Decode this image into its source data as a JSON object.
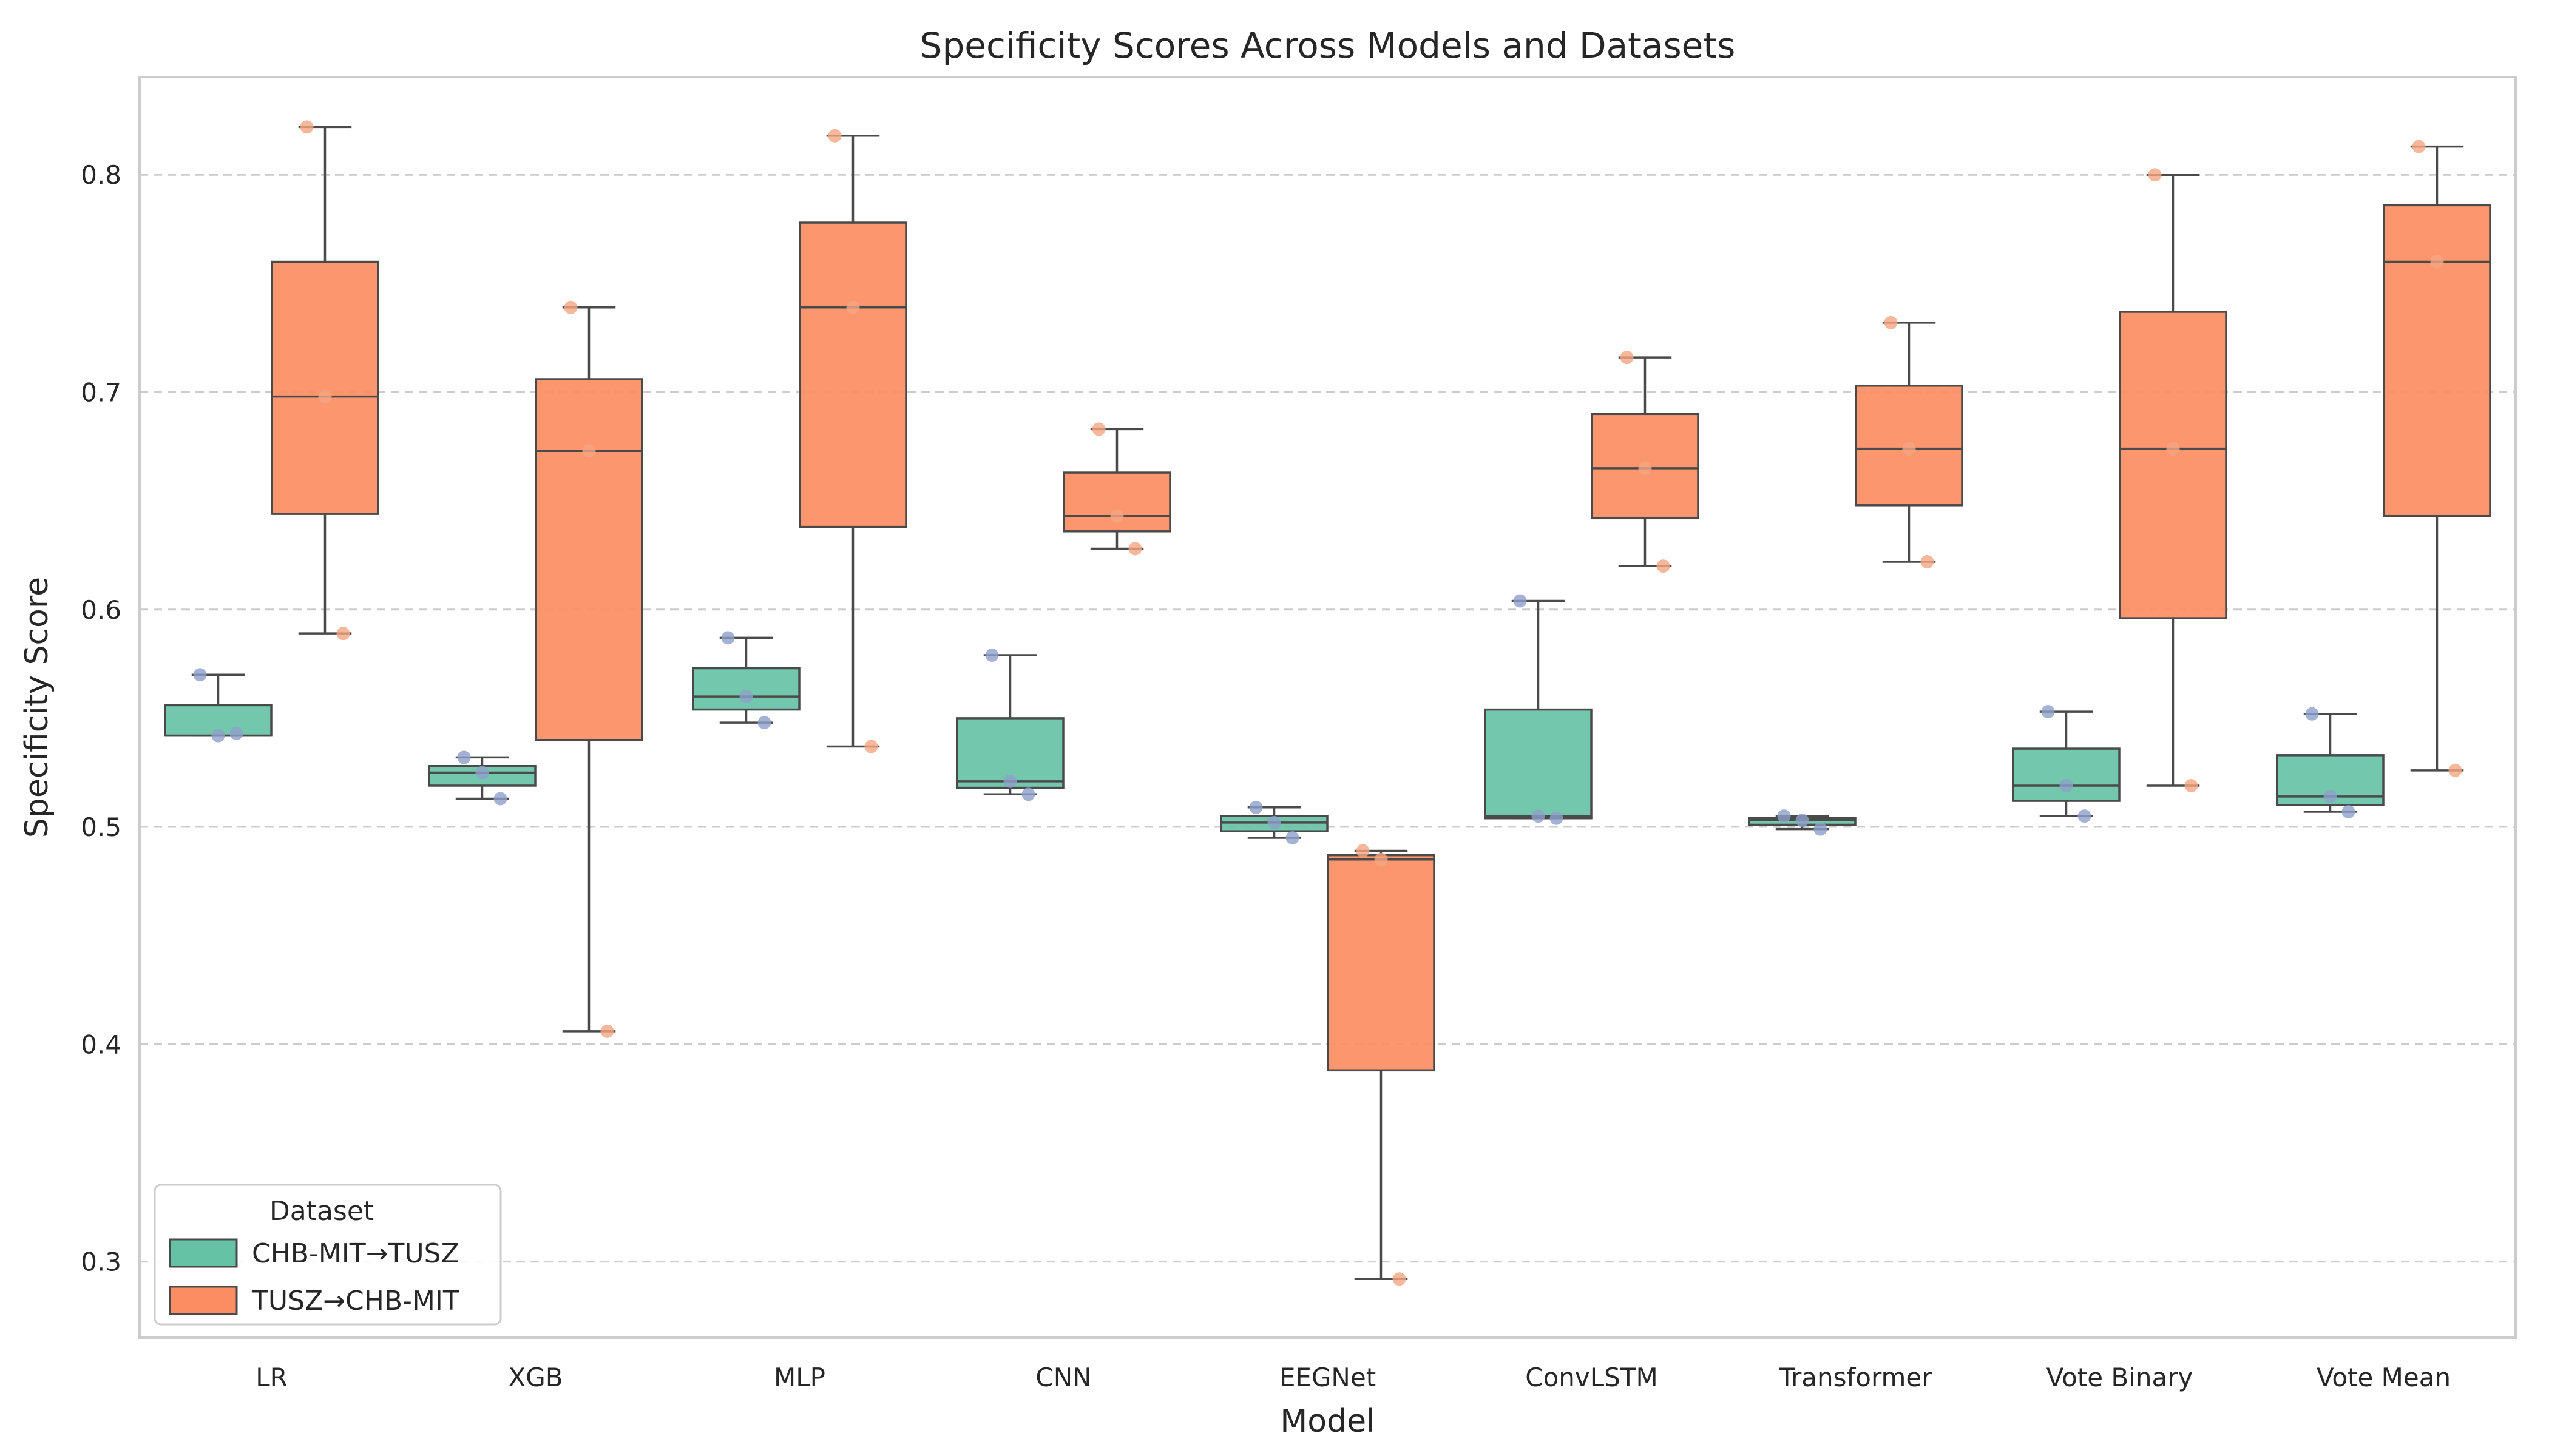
{
  "chart_data": {
    "type": "box",
    "title": "Specificity Scores Across Models and Datasets",
    "xlabel": "Model",
    "ylabel": "Specificity Score",
    "ylim": [
      0.265,
      0.845
    ],
    "yticks": [
      0.3,
      0.4,
      0.5,
      0.6,
      0.7,
      0.8
    ],
    "grid": "horizontal dashed",
    "legend_placement": "bottom-left",
    "legend_title": "Dataset",
    "categories": [
      "LR",
      "XGB",
      "MLP",
      "CNN",
      "EEGNet",
      "ConvLSTM",
      "Transformer",
      "Vote Binary",
      "Vote Mean"
    ],
    "series": [
      {
        "name": "CHB-MIT→TUSZ",
        "color": "#66c2a5",
        "point_color": "#8da0cb",
        "boxes": [
          {
            "min": 0.542,
            "q1": 0.542,
            "median": 0.542,
            "q3": 0.556,
            "max": 0.57,
            "points": [
              0.57,
              0.542,
              0.543
            ]
          },
          {
            "min": 0.513,
            "q1": 0.519,
            "median": 0.525,
            "q3": 0.528,
            "max": 0.532,
            "points": [
              0.532,
              0.525,
              0.513
            ]
          },
          {
            "min": 0.548,
            "q1": 0.554,
            "median": 0.56,
            "q3": 0.573,
            "max": 0.587,
            "points": [
              0.587,
              0.56,
              0.548
            ]
          },
          {
            "min": 0.515,
            "q1": 0.518,
            "median": 0.521,
            "q3": 0.55,
            "max": 0.579,
            "points": [
              0.579,
              0.521,
              0.515
            ]
          },
          {
            "min": 0.495,
            "q1": 0.498,
            "median": 0.502,
            "q3": 0.505,
            "max": 0.509,
            "points": [
              0.509,
              0.502,
              0.495
            ]
          },
          {
            "min": 0.504,
            "q1": 0.504,
            "median": 0.505,
            "q3": 0.554,
            "max": 0.604,
            "points": [
              0.604,
              0.505,
              0.504
            ]
          },
          {
            "min": 0.499,
            "q1": 0.501,
            "median": 0.503,
            "q3": 0.504,
            "max": 0.505,
            "points": [
              0.505,
              0.503,
              0.499
            ]
          },
          {
            "min": 0.505,
            "q1": 0.512,
            "median": 0.519,
            "q3": 0.536,
            "max": 0.553,
            "points": [
              0.553,
              0.519,
              0.505
            ]
          },
          {
            "min": 0.507,
            "q1": 0.51,
            "median": 0.514,
            "q3": 0.533,
            "max": 0.552,
            "points": [
              0.552,
              0.514,
              0.507
            ]
          }
        ]
      },
      {
        "name": "TUSZ→CHB-MIT",
        "color": "#fc8d62",
        "point_color": "#f4a582",
        "boxes": [
          {
            "min": 0.589,
            "q1": 0.644,
            "median": 0.698,
            "q3": 0.76,
            "max": 0.822,
            "points": [
              0.822,
              0.698,
              0.589
            ]
          },
          {
            "min": 0.406,
            "q1": 0.54,
            "median": 0.673,
            "q3": 0.706,
            "max": 0.739,
            "points": [
              0.739,
              0.673,
              0.406
            ]
          },
          {
            "min": 0.537,
            "q1": 0.638,
            "median": 0.739,
            "q3": 0.778,
            "max": 0.818,
            "points": [
              0.818,
              0.739,
              0.537
            ]
          },
          {
            "min": 0.628,
            "q1": 0.636,
            "median": 0.643,
            "q3": 0.663,
            "max": 0.683,
            "points": [
              0.683,
              0.643,
              0.628
            ]
          },
          {
            "min": 0.292,
            "q1": 0.388,
            "median": 0.485,
            "q3": 0.487,
            "max": 0.489,
            "points": [
              0.489,
              0.485,
              0.292
            ]
          },
          {
            "min": 0.62,
            "q1": 0.642,
            "median": 0.665,
            "q3": 0.69,
            "max": 0.716,
            "points": [
              0.716,
              0.665,
              0.62
            ]
          },
          {
            "min": 0.622,
            "q1": 0.648,
            "median": 0.674,
            "q3": 0.703,
            "max": 0.732,
            "points": [
              0.732,
              0.674,
              0.622
            ]
          },
          {
            "min": 0.519,
            "q1": 0.596,
            "median": 0.674,
            "q3": 0.737,
            "max": 0.8,
            "points": [
              0.8,
              0.674,
              0.519
            ]
          },
          {
            "min": 0.526,
            "q1": 0.643,
            "median": 0.76,
            "q3": 0.786,
            "max": 0.813,
            "points": [
              0.813,
              0.76,
              0.526
            ]
          }
        ]
      }
    ]
  }
}
